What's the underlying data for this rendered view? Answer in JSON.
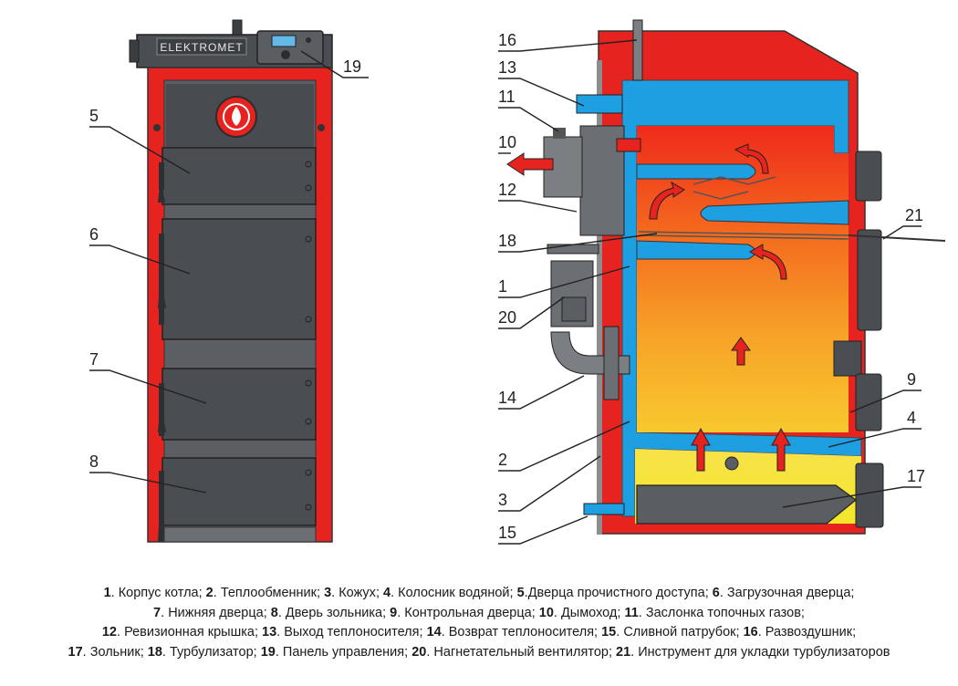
{
  "front_view": {
    "logo_text": "ELEKTROMET",
    "labels": [
      "5",
      "6",
      "7",
      "8",
      "19"
    ]
  },
  "cross_section": {
    "labels": [
      "16",
      "13",
      "11",
      "10",
      "12",
      "18",
      "1",
      "20",
      "14",
      "2",
      "3",
      "15",
      "21",
      "9",
      "4",
      "17"
    ]
  },
  "legend": [
    [
      {
        "num": "1",
        "text": "Корпус котла"
      },
      {
        "num": "2",
        "text": "Теплообменник"
      },
      {
        "num": "3",
        "text": "Кожух"
      },
      {
        "num": "4",
        "text": "Колосник водяной"
      },
      {
        "num": "5",
        "text": "Дверца прочистного доступа"
      },
      {
        "num": "6",
        "text": "Загрузочная дверца"
      }
    ],
    [
      {
        "num": "7",
        "text": "Нижняя дверца"
      },
      {
        "num": "8",
        "text": "Дверь зольника"
      },
      {
        "num": "9",
        "text": "Контрольная дверца"
      },
      {
        "num": "10",
        "text": "Дымоход"
      },
      {
        "num": "11",
        "text": "Заслонка топочных газов"
      }
    ],
    [
      {
        "num": "12",
        "text": "Ревизионная крышка"
      },
      {
        "num": "13",
        "text": "Выход теплоносителя"
      },
      {
        "num": "14",
        "text": "Возврат теплоносителя"
      },
      {
        "num": "15",
        "text": "Сливной патрубок"
      },
      {
        "num": "16",
        "text": "Развоздушник"
      }
    ],
    [
      {
        "num": "17",
        "text": "Зольник"
      },
      {
        "num": "18",
        "text": "Турбулизатор"
      },
      {
        "num": "19",
        "text": "Панель управления"
      },
      {
        "num": "20",
        "text": "Нагнетательный вентилятор"
      },
      {
        "num": "21",
        "text": "Инструмент для укладки турбулизаторов"
      }
    ]
  ]
}
